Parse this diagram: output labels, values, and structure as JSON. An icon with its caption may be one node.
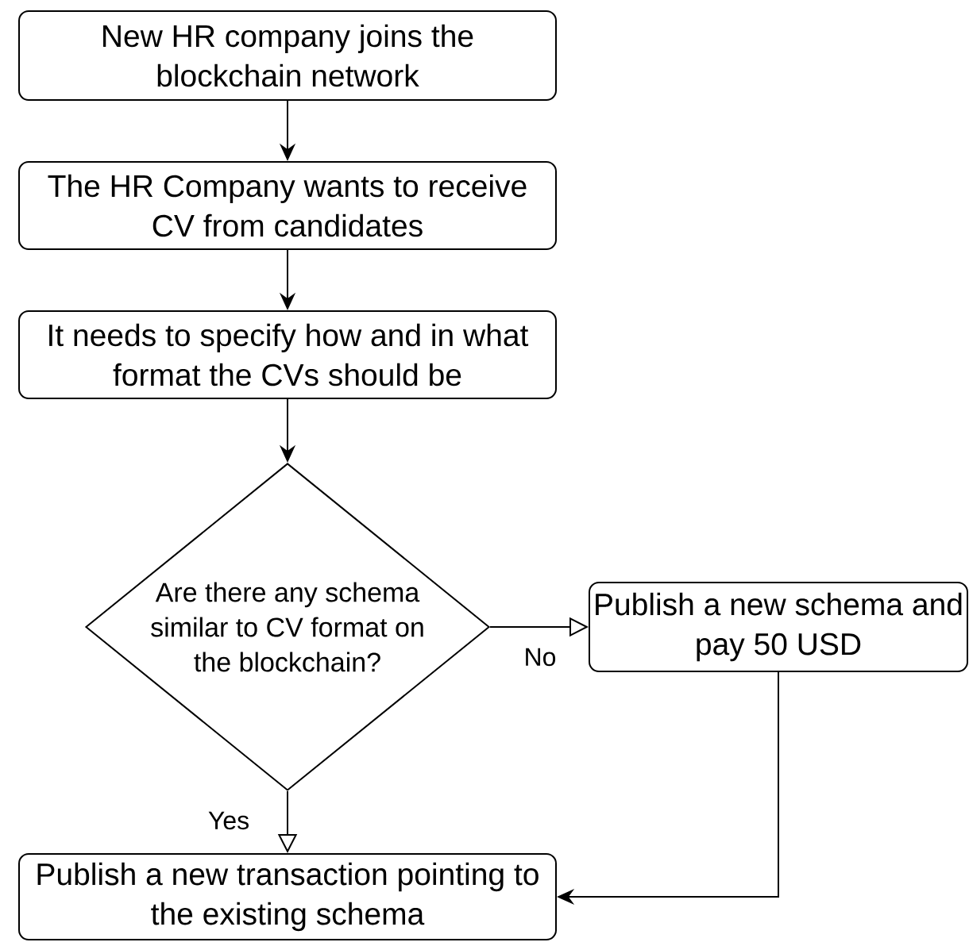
{
  "diagram": {
    "nodes": [
      {
        "text": [
          "New HR company joins the blockchain network"
        ]
      },
      {
        "text": [
          "The HR Company wants to receive CV from candidates"
        ]
      },
      {
        "text": [
          "It needs to specify how and in what format the CVs should be"
        ]
      },
      {
        "text": [
          "Are there any schema similar to CV format on the blockchain?"
        ]
      },
      {
        "text": [
          "Publish a new schema and pay 50 USD"
        ]
      },
      {
        "text": [
          "Publish a new transaction pointing to the existing schema"
        ]
      }
    ],
    "edges": [
      {
        "from": 0,
        "to": 1,
        "arrow": "to"
      },
      {
        "from": 1,
        "to": 2,
        "arrow": "to"
      },
      {
        "from": 2,
        "to": 3,
        "arrow": "to"
      },
      {
        "from": 3,
        "to": 4,
        "arrow": "to",
        "label": "No"
      },
      {
        "from": 3,
        "to": 5,
        "arrow": "to",
        "label": "Yes"
      },
      {
        "from": 4,
        "to": 5,
        "arrow": "to"
      }
    ]
  }
}
